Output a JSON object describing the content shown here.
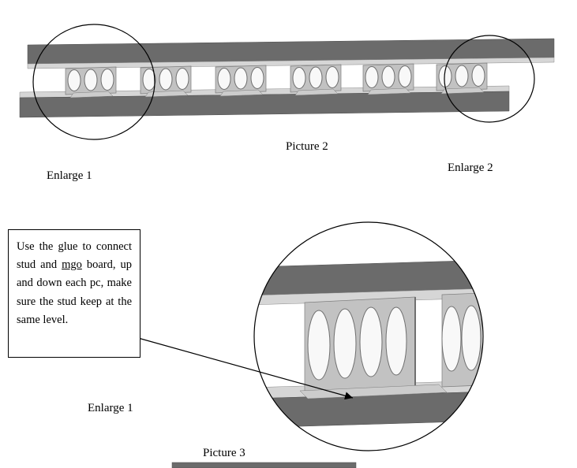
{
  "document": {
    "background": "#ffffff"
  },
  "labels": {
    "picture2_caption": "Picture 2",
    "picture3_caption": "Picture 3",
    "enlarge1_top": "Enlarge 1",
    "enlarge2_top": "Enlarge 2",
    "enlarge1_zoom": "Enlarge 1"
  },
  "callout": {
    "text_before": "Use the glue to connect stud and ",
    "text_underlined": "mgo",
    "text_after": " board, up and down each pc, make sure the stud keep at the same level."
  },
  "colors": {
    "board_dark": "#6b6b6b",
    "board_light": "#d6d6d6",
    "stud_web": "#c2c2c2",
    "stud_edge": "#7d7d7d",
    "hole_fill": "#f8f8f8",
    "outline": "#000000"
  }
}
